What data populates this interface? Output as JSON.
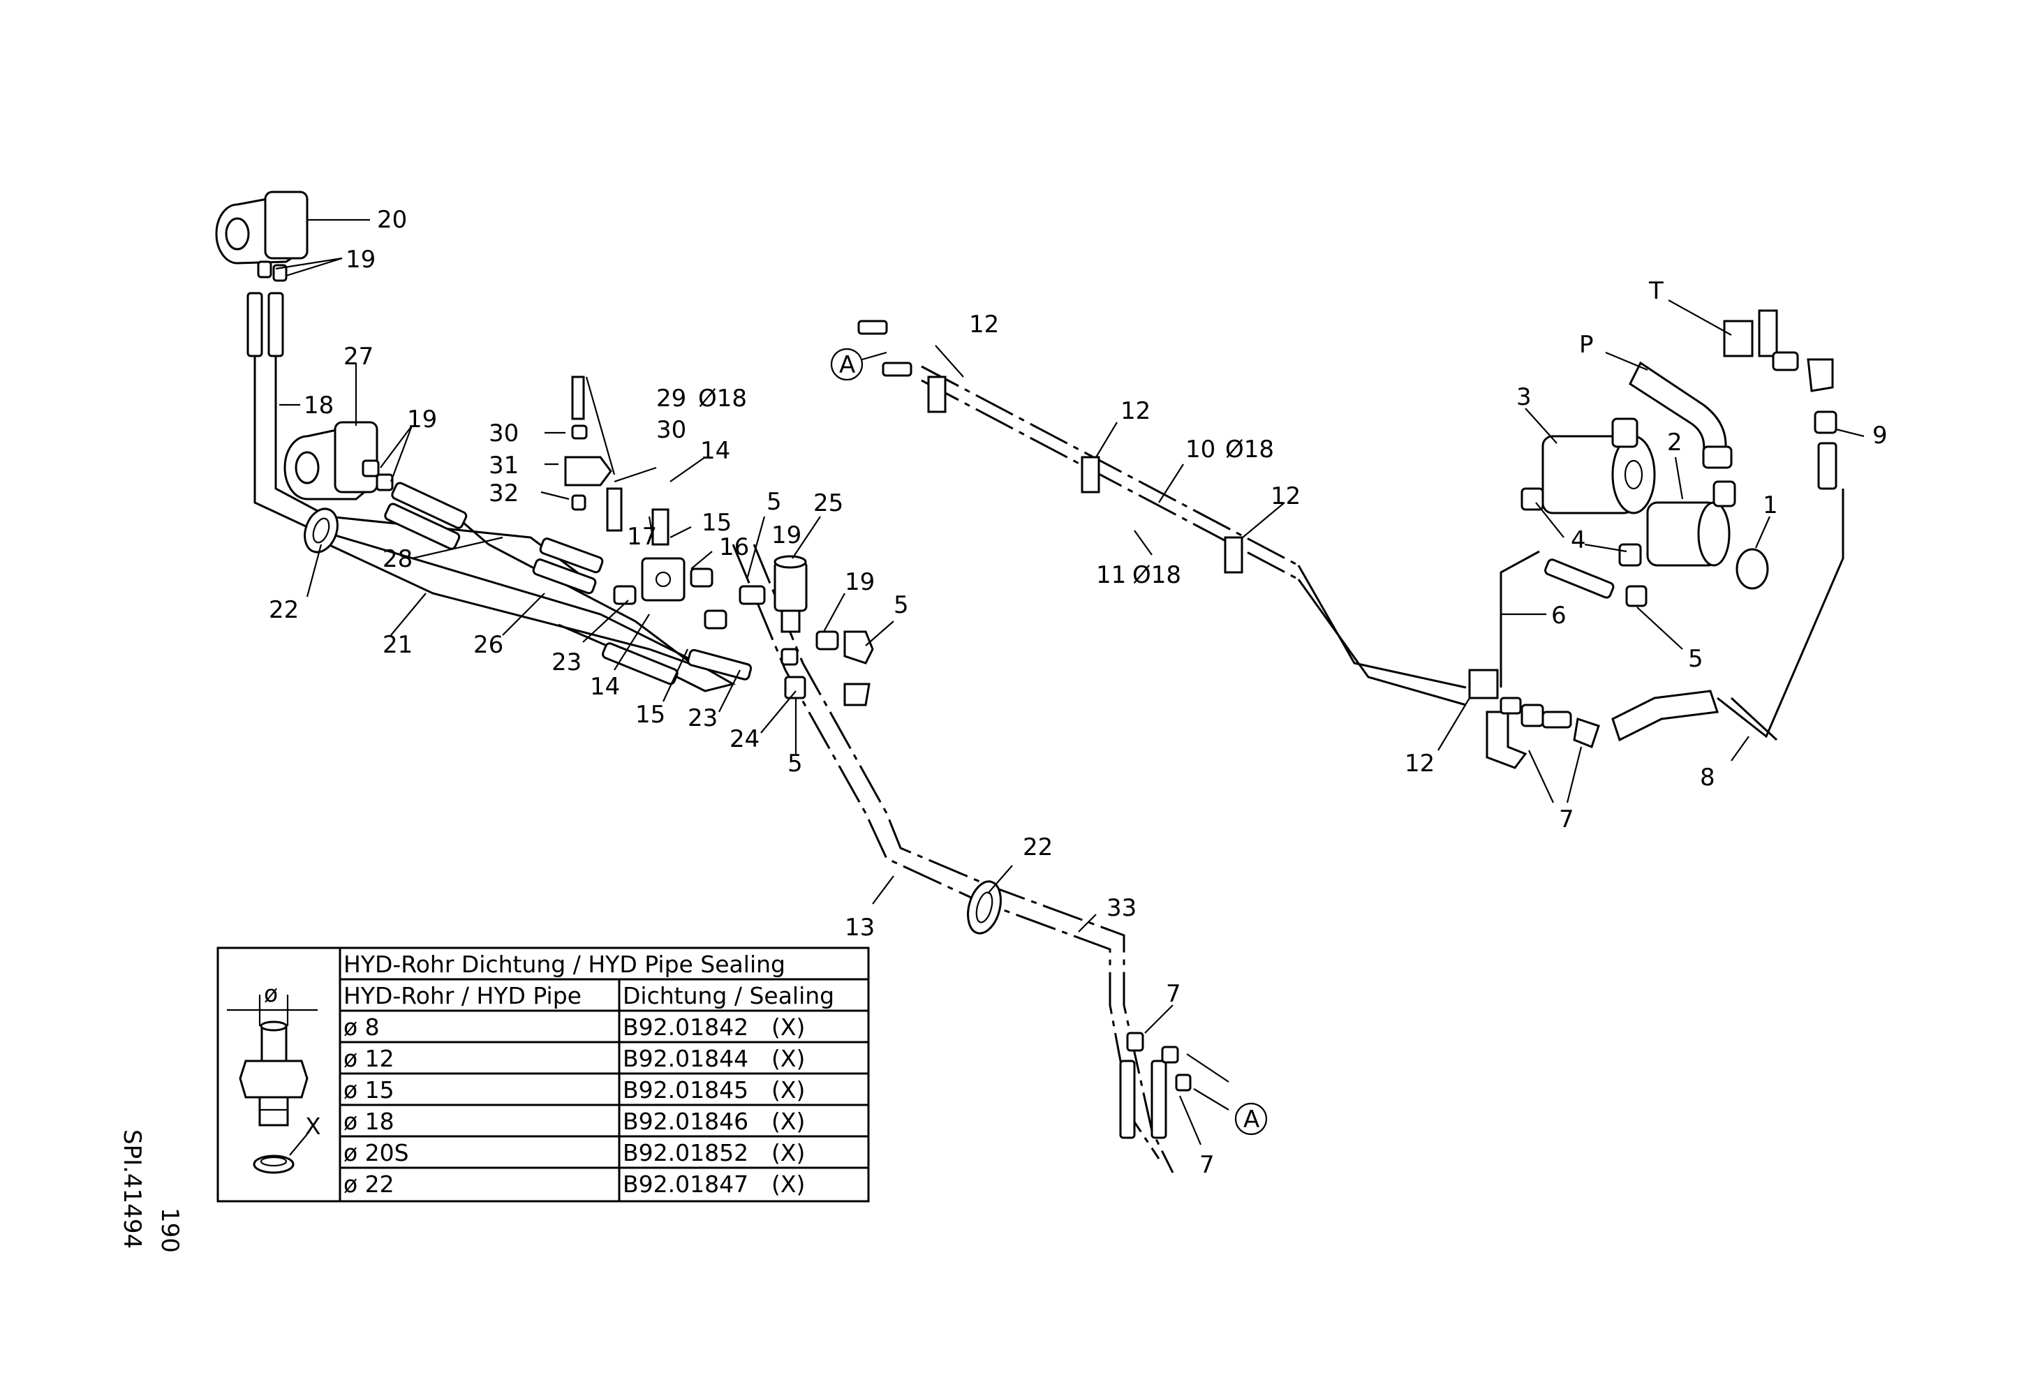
{
  "callouts": {
    "c20": "20",
    "c19a": "19",
    "c18": "18",
    "c27": "27",
    "c19b": "19",
    "c22a": "22",
    "c28": "28",
    "c21": "21",
    "c26": "26",
    "c23a": "23",
    "c14a": "14",
    "c15a": "15",
    "c23b": "23",
    "c24": "24",
    "c5a": "5",
    "c30a": "30",
    "c31": "31",
    "c32": "32",
    "c29": "29",
    "c29d": "Ø18",
    "c30b": "30",
    "c14b": "14",
    "c17": "17",
    "c15b": "15",
    "c16": "16",
    "c5b": "5",
    "c25": "25",
    "c19c": "19",
    "c19d": "19",
    "c5c": "5",
    "c13": "13",
    "c22b": "22",
    "c33": "33",
    "c7a": "7",
    "c7b": "7",
    "cAb": "A",
    "cAa": "A",
    "c12a": "12",
    "c12b": "12",
    "c12c": "12",
    "c12d": "12",
    "c10": "10",
    "c10d": "Ø18",
    "c11": "11",
    "c11d": "Ø18",
    "c6": "6",
    "c7c": "7",
    "c8": "8",
    "c3": "3",
    "c2": "2",
    "c1": "1",
    "c4": "4",
    "c5d": "5",
    "cT": "T",
    "cP": "P",
    "c9": "9"
  },
  "seal_table": {
    "title": "HYD-Rohr Dichtung / HYD Pipe Sealing",
    "col_pipe": "HYD-Rohr / HYD Pipe",
    "col_seal": "Dichtung / Sealing",
    "dia_symbol": "ø",
    "seal_marker": "X",
    "rows": [
      {
        "pipe": "ø 8",
        "seal": "B92.01842",
        "mark": "(X)"
      },
      {
        "pipe": "ø 12",
        "seal": "B92.01844",
        "mark": "(X)"
      },
      {
        "pipe": "ø 15",
        "seal": "B92.01845",
        "mark": "(X)"
      },
      {
        "pipe": "ø 18",
        "seal": "B92.01846",
        "mark": "(X)"
      },
      {
        "pipe": "ø 20S",
        "seal": "B92.01852",
        "mark": "(X)"
      },
      {
        "pipe": "ø 22",
        "seal": "B92.01847",
        "mark": "(X)"
      }
    ]
  },
  "page_info": {
    "page_number": "190",
    "drawing_ref": "SPI.41494"
  }
}
